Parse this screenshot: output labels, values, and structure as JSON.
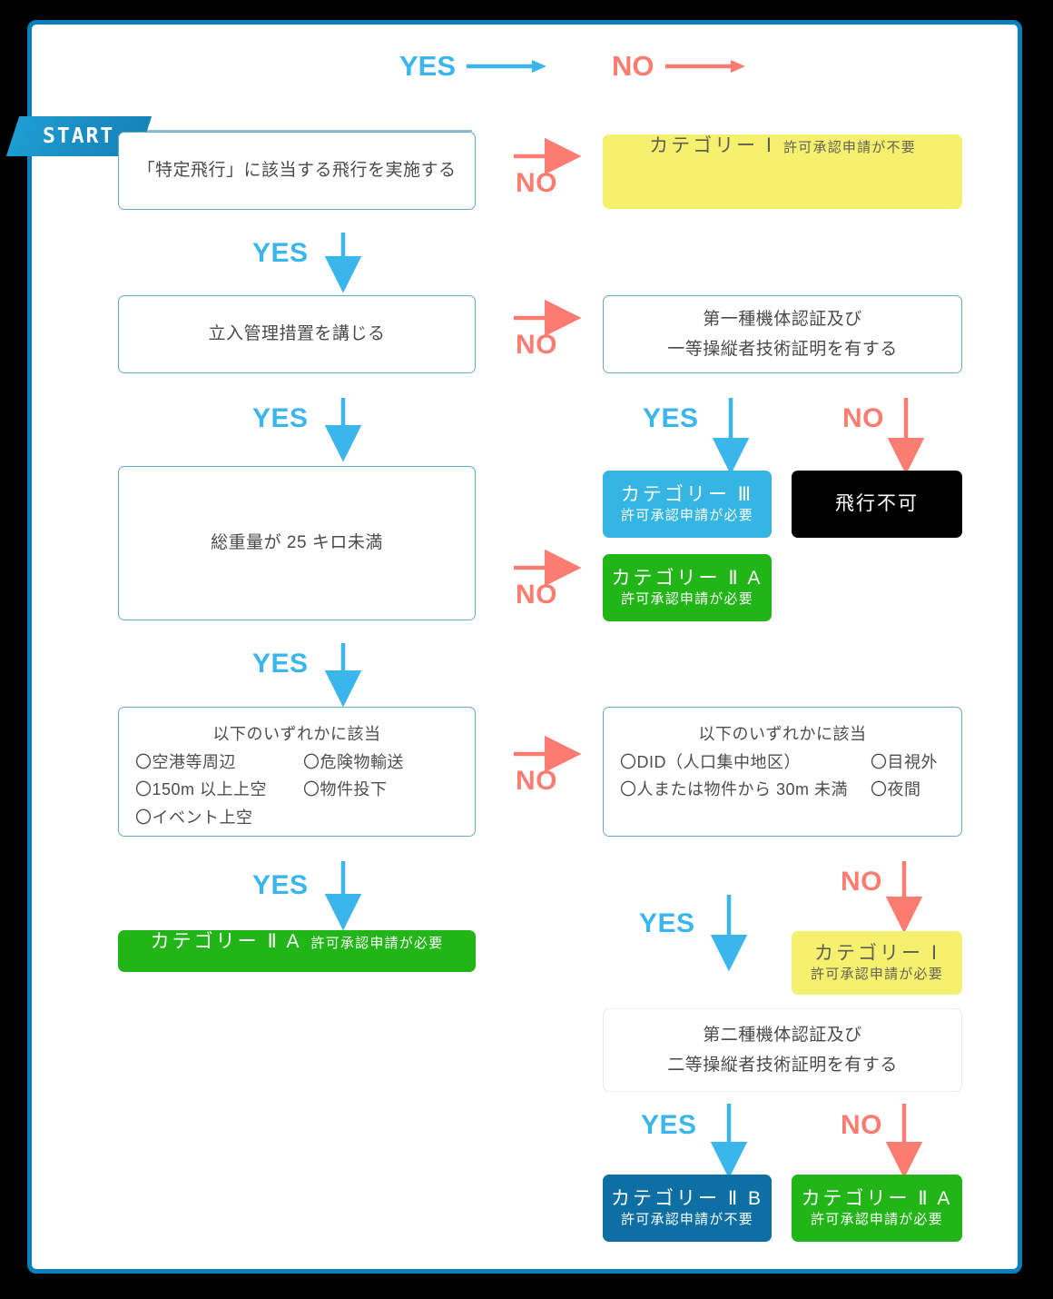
{
  "frame": {
    "border_color": "#0880bd",
    "background": "#ffffff",
    "outside": "#000000"
  },
  "palette": {
    "yes": "#3ab6ec",
    "no": "#fb7d72",
    "box_border": "#6aa9c8",
    "category_1": "#f5f06e",
    "category_3": "#34b5e4",
    "category_2a": "#22b518",
    "category_2b": "#0d6fa4",
    "no_flight": "#000000"
  },
  "start_badge": {
    "label": "START"
  },
  "legend": {
    "items": [
      {
        "id": "legend-yes",
        "label": "YES",
        "arrow": "arrow-right-icon",
        "color": "#3ab6ec"
      },
      {
        "id": "legend-no",
        "label": "NO",
        "arrow": "arrow-right-icon",
        "color": "#fb7d72"
      }
    ]
  },
  "nodes": {
    "q_specific_flight": {
      "text": "「特定飛行」に該当する飛行を実施する"
    },
    "r_cat1_top": {
      "title": "カテゴリー Ⅰ",
      "note": "許可承認申請が不要"
    },
    "q_entry_control": {
      "text": "立入管理措置を講じる"
    },
    "q_type1_cert": {
      "line1": "第一種機体認証及び",
      "line2": "一等操縦者技術証明を有する"
    },
    "r_cat3": {
      "title": "カテゴリー Ⅲ",
      "note": "許可承認申請が必要"
    },
    "r_no_flight": {
      "title": "飛行不可"
    },
    "q_weight": {
      "text": "総重量が 25 キロ未満"
    },
    "r_cat2a_weight": {
      "title": "カテゴリー Ⅱ A",
      "note": "許可承認申請が必要"
    },
    "q_left_conditions": {
      "head": "以下のいずれかに該当",
      "col1": [
        "〇空港等周辺",
        "〇150m 以上上空",
        "〇イベント上空"
      ],
      "col2": [
        "〇危険物輸送",
        "〇物件投下"
      ]
    },
    "q_right_conditions": {
      "head": "以下のいずれかに該当",
      "col1": [
        "〇DID（人口集中地区）",
        "〇人または物件から 30m 未満"
      ],
      "col2": [
        "〇目視外",
        "〇夜間"
      ]
    },
    "r_cat2a_left": {
      "title": "カテゴリー Ⅱ A",
      "note": "許可承認申請が必要"
    },
    "r_cat1_bottom": {
      "title": "カテゴリー Ⅰ",
      "note": "許可承認申請が必要"
    },
    "q_type2_cert": {
      "line1": "第二種機体認証及び",
      "line2": "二等操縦者技術証明を有する"
    },
    "r_cat2b": {
      "title": "カテゴリー Ⅱ B",
      "note": "許可承認申請が不要"
    },
    "r_cat2a_bottom": {
      "title": "カテゴリー Ⅱ A",
      "note": "許可承認申請が必要"
    }
  },
  "edge_labels": [
    {
      "id": "edge-specific-no",
      "text": "NO",
      "kind": "no"
    },
    {
      "id": "edge-specific-yes",
      "text": "YES",
      "kind": "yes"
    },
    {
      "id": "edge-entry-no",
      "text": "NO",
      "kind": "no"
    },
    {
      "id": "edge-entry-yes",
      "text": "YES",
      "kind": "yes"
    },
    {
      "id": "edge-type1-yes",
      "text": "YES",
      "kind": "yes"
    },
    {
      "id": "edge-type1-no",
      "text": "NO",
      "kind": "no"
    },
    {
      "id": "edge-weight-no",
      "text": "NO",
      "kind": "no"
    },
    {
      "id": "edge-weight-yes",
      "text": "YES",
      "kind": "yes"
    },
    {
      "id": "edge-leftcond-no",
      "text": "NO",
      "kind": "no"
    },
    {
      "id": "edge-leftcond-yes",
      "text": "YES",
      "kind": "yes"
    },
    {
      "id": "edge-rightcond-yes",
      "text": "YES",
      "kind": "yes"
    },
    {
      "id": "edge-rightcond-no",
      "text": "NO",
      "kind": "no"
    },
    {
      "id": "edge-type2-yes",
      "text": "YES",
      "kind": "yes"
    },
    {
      "id": "edge-type2-no",
      "text": "NO",
      "kind": "no"
    }
  ]
}
